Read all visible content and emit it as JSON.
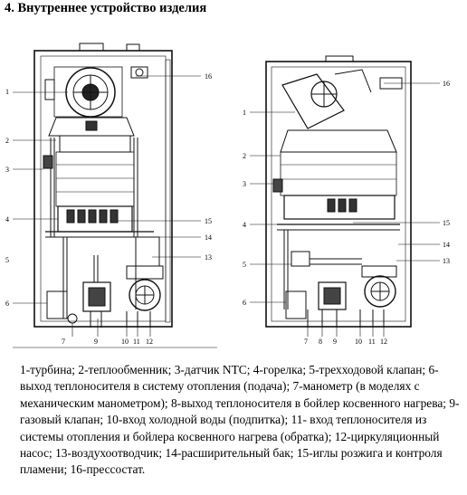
{
  "title": "4. Внутреннее устройство изделия",
  "left_diagram": {
    "labels": [
      "1",
      "2",
      "3",
      "4",
      "5",
      "6",
      "7",
      "9",
      "10",
      "11",
      "12",
      "13",
      "14",
      "15",
      "16"
    ]
  },
  "right_diagram": {
    "labels": [
      "1",
      "2",
      "3",
      "4",
      "5",
      "6",
      "7",
      "8",
      "9",
      "10",
      "11",
      "12",
      "13",
      "14",
      "15",
      "16"
    ]
  },
  "caption": "1-турбина; 2-теплообменник; 3-датчик NTC; 4-горелка; 5-трехходовой клапан; 6-выход теплоносителя в систему отопления (подача); 7-манометр (в моделях с механическим манометром); 8-выход теплоносителя в бойлер косвенного нагрева; 9- газовый клапан; 10-вход холодной воды (подпитка); 11-  вход теплоносителя из системы отопления и бойлера косвенного нагрева (обратка); 12-циркуляционный насос; 13-воздухоотводчик; 14-расширительный бак; 15-иглы розжига и контроля пламени; 16-прессостат."
}
